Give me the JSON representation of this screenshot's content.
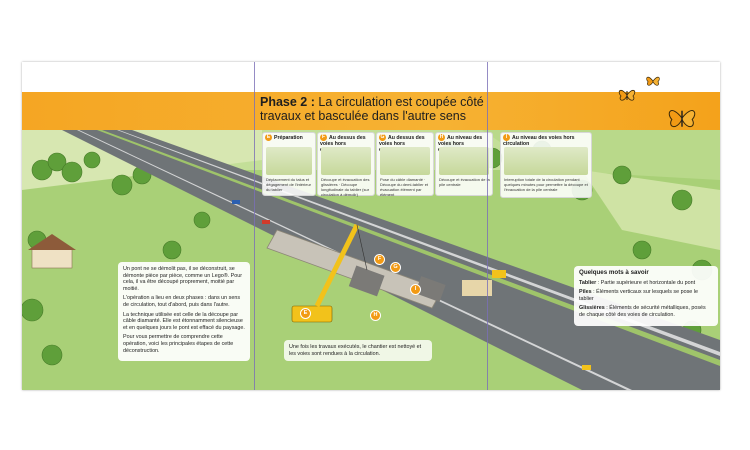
{
  "title": {
    "phase": "Phase 2 :",
    "line1": "La circulation est coupée côté",
    "line2": "travaux et basculée dans l'autre sens"
  },
  "steps": [
    {
      "letter": "E",
      "label": "Préparation",
      "caption": "Déplacement du talus et dégagement de l'intérieur du tablier"
    },
    {
      "letter": "F",
      "label": "Au dessus des voies hors circulation",
      "caption": "Découpe et évacuation des glissières · Découpe longitudinale du tablier (sur circulation à démolir)"
    },
    {
      "letter": "G",
      "label": "Au dessus des voies hors circulation",
      "caption": "Pose du câble diamanté · Découpe du demi-tablier et évacuation élément par élément"
    },
    {
      "letter": "H",
      "label": "Au niveau des voies hors circulation",
      "caption": "Découpe et évacuation de la pile centrale"
    },
    {
      "letter": "I",
      "label": "Au niveau des voies hors circulation",
      "caption": "Interruption totale de la circulation pendant quelques minutes pour permettre la découpe et l'évacuation de la pile centrale"
    }
  ],
  "intro": [
    "Un pont ne se démolit pas, il se déconstruit, se démonte pièce par pièce, comme un Lego®. Pour cela, il va être découpé proprement, moitié par moitié.",
    "L'opération a lieu en deux phases : dans un sens de circulation, tout d'abord, puis dans l'autre.",
    "La technique utilisée est celle de la découpe par câble diamanté. Elle est étonnamment silencieuse et en quelques jours le pont est effacé du paysage.",
    "Pour vous permettre de comprendre cette opération, voici les principales étapes de cette déconstruction."
  ],
  "outro": "Une fois les travaux exécutés, le chantier est nettoyé et les voies sont rendues à la circulation.",
  "glossary": {
    "title": "Quelques mots à savoir",
    "items": [
      {
        "term": "Tablier",
        "def": " : Partie supérieure et horizontale du pont"
      },
      {
        "term": "Piles",
        "def": " : Éléments verticaux sur lesquels se pose le tablier"
      },
      {
        "term": "Glissières",
        "def": " : Éléments de sécurité métalliques, posés de chaque côté des voies de circulation."
      }
    ]
  },
  "scene_pins": [
    "F",
    "G",
    "I",
    "E",
    "H"
  ],
  "colors": {
    "accent": "#f5a623",
    "badge": "#f29a14",
    "grass": "#8fc25a",
    "road": "#6f7477"
  }
}
